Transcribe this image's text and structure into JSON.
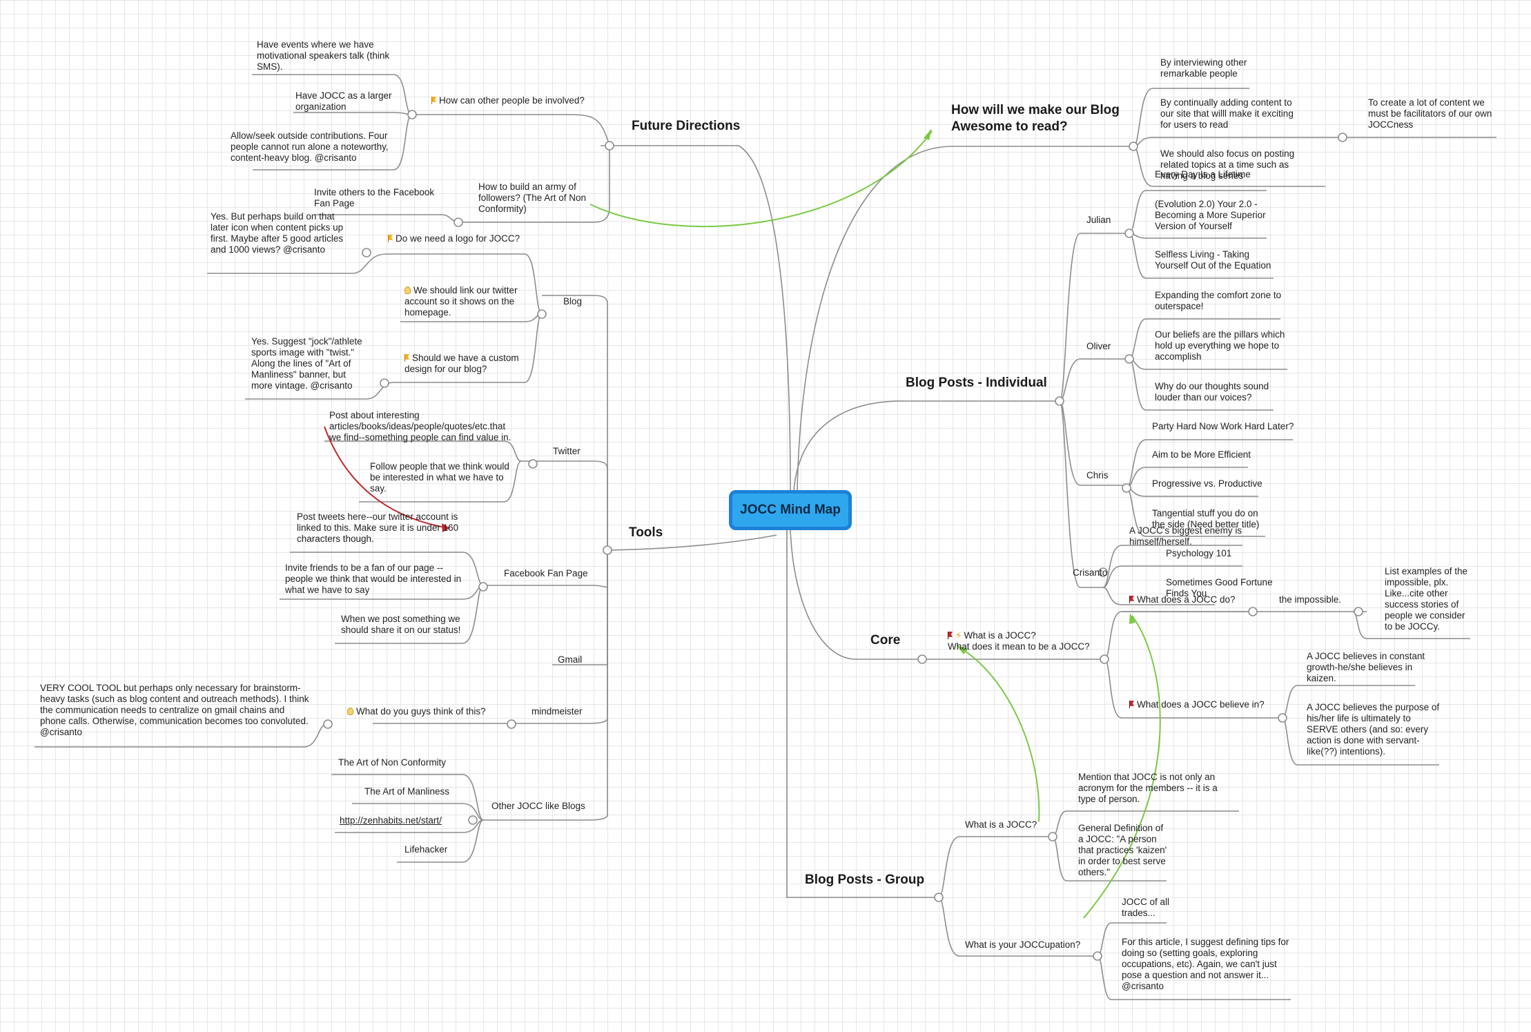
{
  "central": "JOCC Mind Map",
  "branches": {
    "future": {
      "title": "Future Directions",
      "involved": "How can other people be involved?",
      "events": "Have events where we have motivational speakers talk (think SMS).",
      "larger_org": "Have JOCC as a larger organization",
      "contributions": "Allow/seek outside contributions. Four people cannot run alone a noteworthy, content-heavy blog. @crisanto",
      "army": "How to build an army of followers? (The Art of Non Conformity)",
      "invite_fb": "Invite others to the Facebook Fan Page"
    },
    "tools": {
      "title": "Tools",
      "blog": "Blog",
      "logo_q": "Do we need a logo for JOCC?",
      "logo_a": "Yes. But perhaps build on that later icon when content picks up first. Maybe after 5 good articles and 1000 views? @crisanto",
      "link_twitter": "We should link our twitter account so it shows on the homepage.",
      "custom_design": "Should we have a custom design for our blog?",
      "custom_design_a": "Yes. Suggest \"jock\"/athlete sports image with \"twist.\" Along the lines of \"Art of Manliness\" banner, but more vintage. @crisanto",
      "twitter": "Twitter",
      "post_interesting": "Post about interesting articles/books/ideas/people/quotes/etc.that we find--something people can find value in.",
      "follow_people": "Follow people that we think would be interested in what we have to say.",
      "fb_page": "Facebook Fan Page",
      "post_tweets": "Post tweets here--our twitter account is linked to this. Make sure it is under 160 characters though.",
      "invite_friends": "Invite friends to be a fan of our page -- people we think that would be interested in what we have to say",
      "share_status": "When we post something we should share it on our status!",
      "gmail": "Gmail",
      "mindmeister": "mindmeister",
      "mm_q": "What do you guys think of this?",
      "mm_a": "VERY COOL TOOL but perhaps only necessary for brainstorm-heavy tasks (such as blog content and outreach methods). I think the communication needs to centralize on gmail chains and phone calls. Otherwise, communication becomes too convoluted. @crisanto",
      "other_blogs": "Other JOCC like Blogs",
      "nonconformity": "The Art of Non Conformity",
      "manliness": "The Art of Manliness",
      "zenhabits": "http://zenhabits.net/start/",
      "lifehacker": "Lifehacker"
    },
    "awesome": {
      "title": "How will we make our Blog Awesome to read?",
      "interviewing": "By interviewing other remarkable people",
      "adding_content": "By continually adding content to our site that willl make it exciting for users to read",
      "facilitators": "To create a lot of content we must be facilitators of our own JOCCness",
      "posting_topics": "We should also focus on posting related topics at a time such as having a blog series"
    },
    "individual": {
      "title": "Blog Posts - Individual",
      "julian": "Julian",
      "j1": "Every Day Is a Lifetime",
      "j2": "(Evolution 2.0) Your 2.0 - Becoming a More Superior Version of Yourself",
      "j3": "Selfless Living - Taking Yourself Out of the Equation",
      "oliver": "Oliver",
      "o1": "Expanding the comfort zone to outerspace!",
      "o2": "Our beliefs are the pillars which hold up everything we hope to accomplish",
      "o3": "Why do our thoughts sound louder than our voices?",
      "chris": "Chris",
      "c1": "Party Hard Now Work Hard Later?",
      "c2": "Aim to be More Efficient",
      "c3": "Progressive vs. Productive",
      "c4": "Tangential stuff you do on the side (Need better title)",
      "crisanto": "Crisanto",
      "cr1": "A JOCC's biggest enemy is himself/herself.",
      "cr2": "Psychology 101",
      "cr3": "Sometimes Good Fortune Finds You"
    },
    "core": {
      "title": "Core",
      "what_is": "What is a JOCC?\nWhat does it mean to be a JOCC?",
      "what_do": "What does a JOCC do?",
      "impossible": "the impossible.",
      "examples": "List examples of the impossible, plx. Like...cite other success stories of people we consider to be JOCCy.",
      "believe": "What does a JOCC believe in?",
      "b1": "A JOCC believes in constant growth-he/she believes in kaizen.",
      "b2": "A JOCC believes the purpose of his/her life is ultimately to SERVE others (and so: every action is done with servant-like(??) intentions)."
    },
    "group": {
      "title": "Blog Posts - Group",
      "what_is": "What is a JOCC?",
      "mention": "Mention that JOCC is not only an acronym for the members -- it is a type of person.",
      "definition": "General Definition of a JOCC: \"A person that practices 'kaizen' in order to best serve others.\"",
      "occupation": "What is your JOCCupation?",
      "all_trades": "JOCC of all trades...",
      "tips": "For this article, I suggest defining tips for doing so (setting goals, exploring occupations, etc). Again, we can't just pose a question and not answer it... @crisanto"
    }
  },
  "colors": {
    "line": "#8c8c8c",
    "central_fill": "#2ea7ef",
    "central_border": "#1d80d6",
    "relation_green": "#7ac943",
    "relation_red": "#c0282d"
  }
}
